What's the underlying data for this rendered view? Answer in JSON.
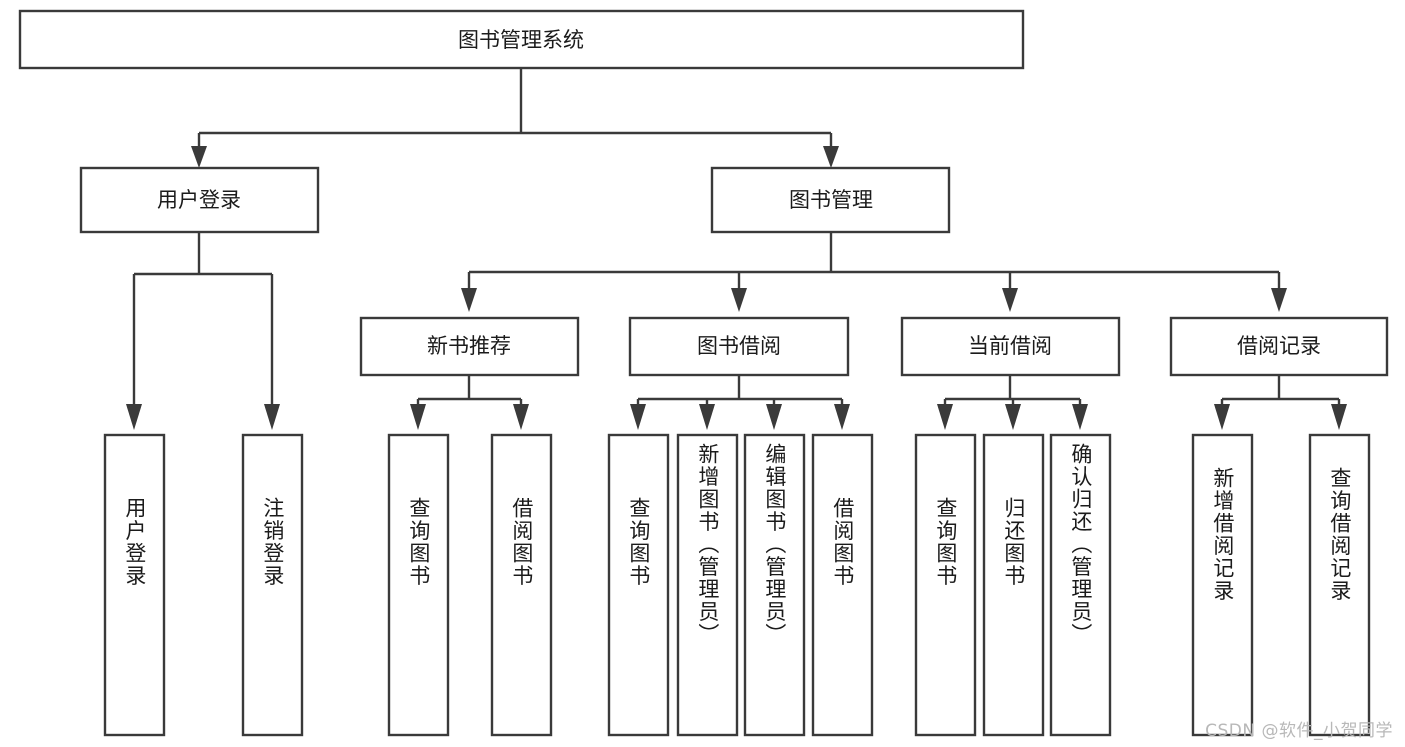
{
  "diagram": {
    "type": "tree",
    "title": "图书管理系统",
    "watermark": "CSDN @软件_小贺同学",
    "nodes": {
      "root": {
        "label": "图书管理系统",
        "level": 1,
        "orientation": "horizontal"
      },
      "user_login": {
        "label": "用户登录",
        "level": 2,
        "orientation": "horizontal"
      },
      "book_manage": {
        "label": "图书管理",
        "level": 2,
        "orientation": "horizontal"
      },
      "new_book_rec": {
        "label": "新书推荐",
        "level": 3,
        "orientation": "horizontal"
      },
      "book_borrow": {
        "label": "图书借阅",
        "level": 3,
        "orientation": "horizontal"
      },
      "current_borrow": {
        "label": "当前借阅",
        "level": 3,
        "orientation": "horizontal"
      },
      "borrow_record": {
        "label": "借阅记录",
        "level": 3,
        "orientation": "horizontal"
      },
      "leaf_user_login": {
        "label": "用户登录",
        "level": 4,
        "orientation": "vertical"
      },
      "leaf_logout": {
        "label": "注销登录",
        "level": 4,
        "orientation": "vertical"
      },
      "leaf_query_book_1": {
        "label": "查询图书",
        "level": 4,
        "orientation": "vertical"
      },
      "leaf_borrow_book_1": {
        "label": "借阅图书",
        "level": 4,
        "orientation": "vertical"
      },
      "leaf_query_book_2": {
        "label": "查询图书",
        "level": 4,
        "orientation": "vertical"
      },
      "leaf_add_book": {
        "label": "新增图书（管理员）",
        "level": 4,
        "orientation": "vertical"
      },
      "leaf_edit_book": {
        "label": "编辑图书（管理员）",
        "level": 4,
        "orientation": "vertical"
      },
      "leaf_borrow_book_2": {
        "label": "借阅图书",
        "level": 4,
        "orientation": "vertical"
      },
      "leaf_query_book_3": {
        "label": "查询图书",
        "level": 4,
        "orientation": "vertical"
      },
      "leaf_return_book": {
        "label": "归还图书",
        "level": 4,
        "orientation": "vertical"
      },
      "leaf_confirm_return": {
        "label": "确认归还（管理员）",
        "level": 4,
        "orientation": "vertical"
      },
      "leaf_add_record": {
        "label": "新增借阅记录",
        "level": 4,
        "orientation": "vertical"
      },
      "leaf_query_record": {
        "label": "查询借阅记录",
        "level": 4,
        "orientation": "vertical"
      }
    },
    "edges": [
      {
        "from": "root",
        "to": "user_login"
      },
      {
        "from": "root",
        "to": "book_manage"
      },
      {
        "from": "user_login",
        "to": "leaf_user_login"
      },
      {
        "from": "user_login",
        "to": "leaf_logout"
      },
      {
        "from": "book_manage",
        "to": "new_book_rec"
      },
      {
        "from": "book_manage",
        "to": "book_borrow"
      },
      {
        "from": "book_manage",
        "to": "current_borrow"
      },
      {
        "from": "book_manage",
        "to": "borrow_record"
      },
      {
        "from": "new_book_rec",
        "to": "leaf_query_book_1"
      },
      {
        "from": "new_book_rec",
        "to": "leaf_borrow_book_1"
      },
      {
        "from": "book_borrow",
        "to": "leaf_query_book_2"
      },
      {
        "from": "book_borrow",
        "to": "leaf_add_book"
      },
      {
        "from": "book_borrow",
        "to": "leaf_edit_book"
      },
      {
        "from": "book_borrow",
        "to": "leaf_borrow_book_2"
      },
      {
        "from": "current_borrow",
        "to": "leaf_query_book_3"
      },
      {
        "from": "current_borrow",
        "to": "leaf_return_book"
      },
      {
        "from": "current_borrow",
        "to": "leaf_confirm_return"
      },
      {
        "from": "borrow_record",
        "to": "leaf_add_record"
      },
      {
        "from": "borrow_record",
        "to": "leaf_query_record"
      }
    ],
    "colors": {
      "stroke": "#3a3a3a",
      "fill": "#ffffff",
      "text": "#1b1b1b",
      "watermark": "#b8b8b8"
    }
  }
}
